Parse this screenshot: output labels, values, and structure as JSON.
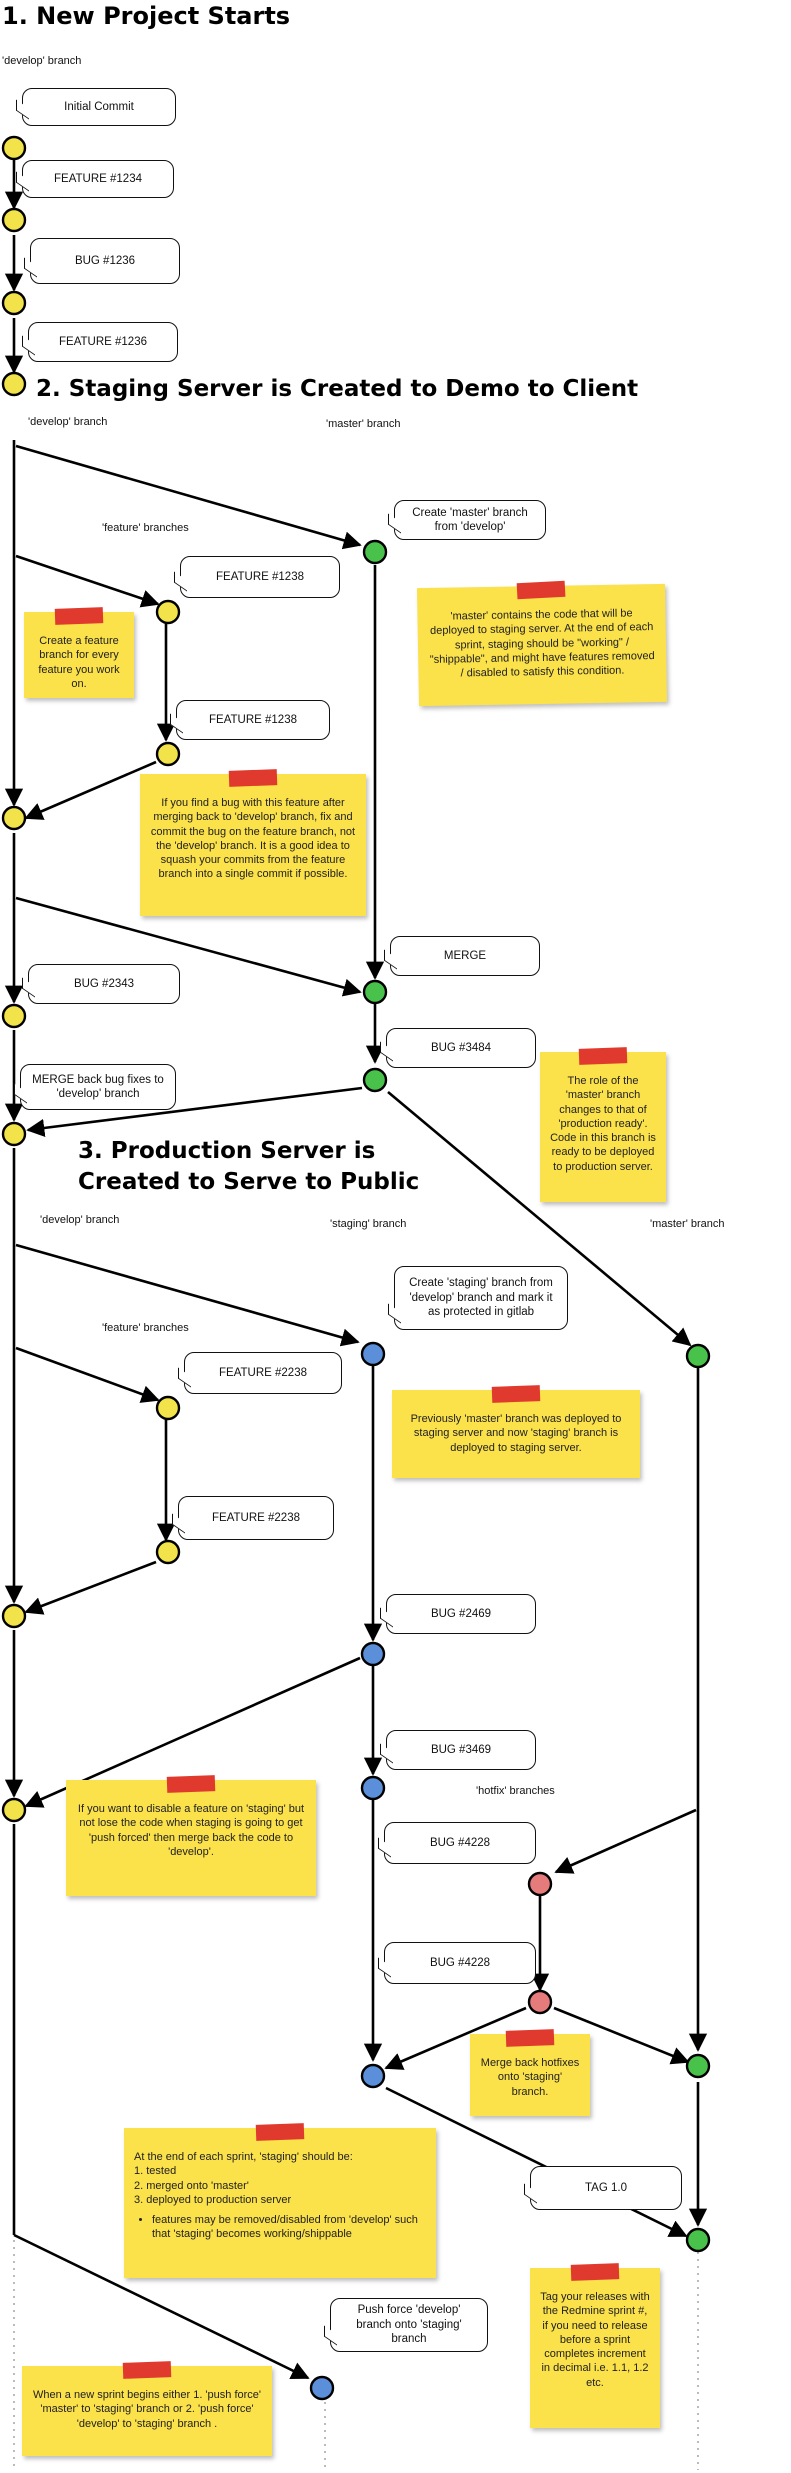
{
  "sections": [
    {
      "title": "1. New Project Starts"
    },
    {
      "title": "2. Staging Server is Created to Demo to Client"
    },
    {
      "title": "3. Production Server is Created to Serve to Public"
    }
  ],
  "branch_labels": {
    "develop_1": "'develop' branch",
    "develop_2": "'develop' branch",
    "master_2": "'master' branch",
    "feature_2": "'feature' branches",
    "develop_3": "'develop' branch",
    "staging_3": "'staging' branch",
    "master_3": "'master' branch",
    "feature_3": "'feature' branches",
    "hotfix_3": "'hotfix' branches"
  },
  "bubbles": {
    "initial_commit": "Initial Commit",
    "feature_1234": "FEATURE #1234",
    "bug_1236": "BUG #1236",
    "feature_1236": "FEATURE #1236",
    "create_master": "Create 'master' branch from 'develop'",
    "feature_1238_a": "FEATURE #1238",
    "feature_1238_b": "FEATURE #1238",
    "merge": "MERGE",
    "bug_2343": "BUG #2343",
    "bug_3484": "BUG #3484",
    "merge_back": "MERGE back bug fixes to 'develop' branch",
    "create_staging": "Create 'staging' branch from 'develop' branch and mark it as protected in gitlab",
    "feature_2238_a": "FEATURE #2238",
    "feature_2238_b": "FEATURE #2238",
    "bug_2469": "BUG #2469",
    "bug_3469": "BUG #3469",
    "bug_4228_a": "BUG #4228",
    "bug_4228_b": "BUG #4228",
    "tag": "TAG 1.0",
    "push_force": "Push force 'develop' branch onto 'staging' branch"
  },
  "notes": {
    "create_feature": "Create a feature branch for every feature you work on.",
    "master_contains": "'master' contains the code that will be deployed to staging server.  At the end of each sprint, staging should be \"working\" / \"shippable\", and might have features removed / disabled to satisfy this condition.",
    "find_bug": "If you find a bug with this feature after merging back to 'develop' branch, fix and commit the bug on the feature branch, not the 'develop' branch.  It is a good idea to squash your commits from the feature branch into a single commit if possible.",
    "role_of_master": "The role of the 'master' branch changes to that of 'production ready'. Code in this branch is ready to be deployed to production server.",
    "previously_master": "Previously 'master' branch was deployed to staging server and now 'staging' branch is deployed to staging server.",
    "disable_feature": "If you want to disable a feature on 'staging' but not lose the code when staging is going to get 'push forced' then merge back the code to 'develop'.",
    "merge_back_hotfix": "Merge back hotfixes onto 'staging' branch.",
    "sprint_end_intro": "At the end of each sprint, 'staging' should be:",
    "sprint_end_items": [
      "1. tested",
      "2. merged onto 'master'",
      "3. deployed to production server"
    ],
    "sprint_end_bullet": "features may be removed/disabled  from 'develop' such that 'staging' becomes working/shippable",
    "tag_releases": "Tag your releases with the Redmine sprint #, if you need to release before a sprint completes increment in decimal i.e. 1.1, 1.2 etc.",
    "new_sprint": "When a new sprint begins either 1. 'push force' 'master' to 'staging' branch or 2. 'push force' 'develop' to 'staging' branch ."
  },
  "colors": {
    "develop": "#f2e34a",
    "master": "#48c24a",
    "staging": "#5b8fd9",
    "hotfix": "#e57b7b",
    "sticky": "#fbe14a",
    "tape": "#e03a2f"
  }
}
